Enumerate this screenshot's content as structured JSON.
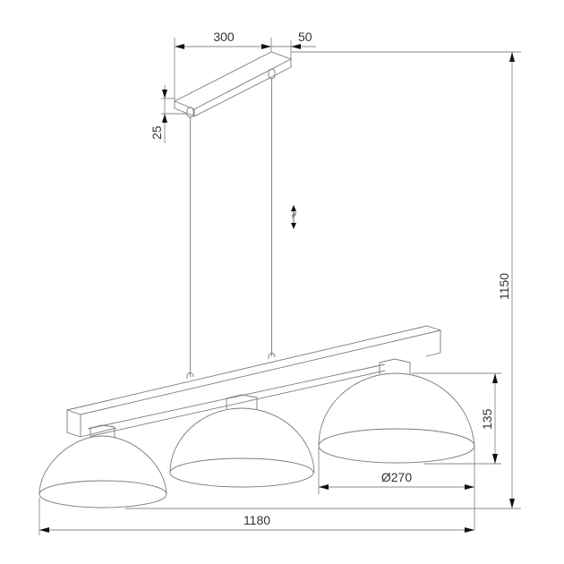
{
  "drawing": {
    "title": "Pendant lamp dimension drawing",
    "units": "mm",
    "colors": {
      "line": "#7a7a7a",
      "dimension": "#8a8a8a",
      "arrow": "#111111",
      "text": "#333333",
      "background": "#ffffff"
    }
  },
  "dimensions": {
    "canopy_length": "300",
    "canopy_width": "50",
    "canopy_height": "25",
    "overall_height": "1150",
    "shade_height": "135",
    "shade_diameter": "Ø270",
    "overall_length": "1180"
  },
  "components": {
    "canopy": "ceiling canopy",
    "cables": "suspension cables (adjustable)",
    "bar": "horizontal lamp bar",
    "shades": [
      "left dome shade",
      "middle dome shade",
      "right dome shade"
    ]
  },
  "icons": {
    "adjustable": "adjustable-height-icon"
  }
}
